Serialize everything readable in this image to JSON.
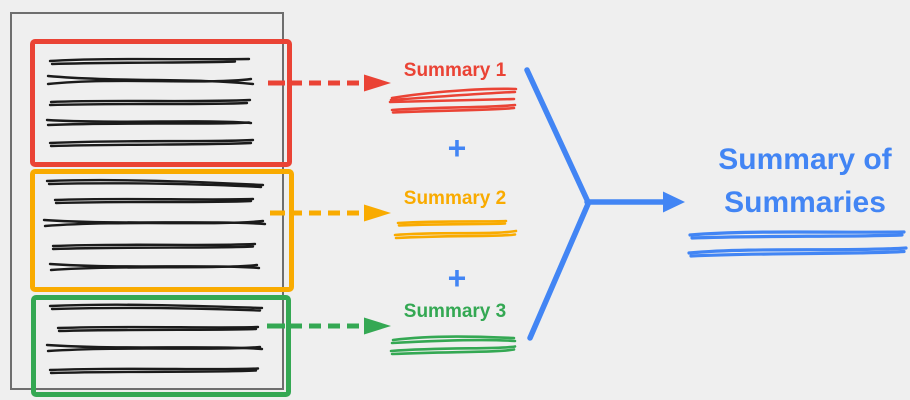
{
  "colors": {
    "background": "#EFEFEF",
    "red": "#EA4335",
    "orange": "#F9AB00",
    "green": "#34A853",
    "blue": "#4285F4",
    "panel_outline": "#6E6E6E",
    "ink": "#1B1B1B"
  },
  "document_panel": {
    "description": "source document split into three highlighted chunks of scribbled text",
    "chunks": [
      {
        "id": "chunk-1",
        "color": "#EA4335",
        "text_line_count": 5
      },
      {
        "id": "chunk-2",
        "color": "#F9AB00",
        "text_line_count": 5
      },
      {
        "id": "chunk-3",
        "color": "#34A853",
        "text_line_count": 4
      }
    ]
  },
  "summaries": [
    {
      "label": "Summary 1",
      "color": "#EA4335"
    },
    {
      "label": "Summary 2",
      "color": "#F9AB00"
    },
    {
      "label": "Summary 3",
      "color": "#34A853"
    }
  ],
  "operators": {
    "plus": "+"
  },
  "final_summary": {
    "line1": "Summary of",
    "line2": "Summaries",
    "color": "#4285F4"
  }
}
